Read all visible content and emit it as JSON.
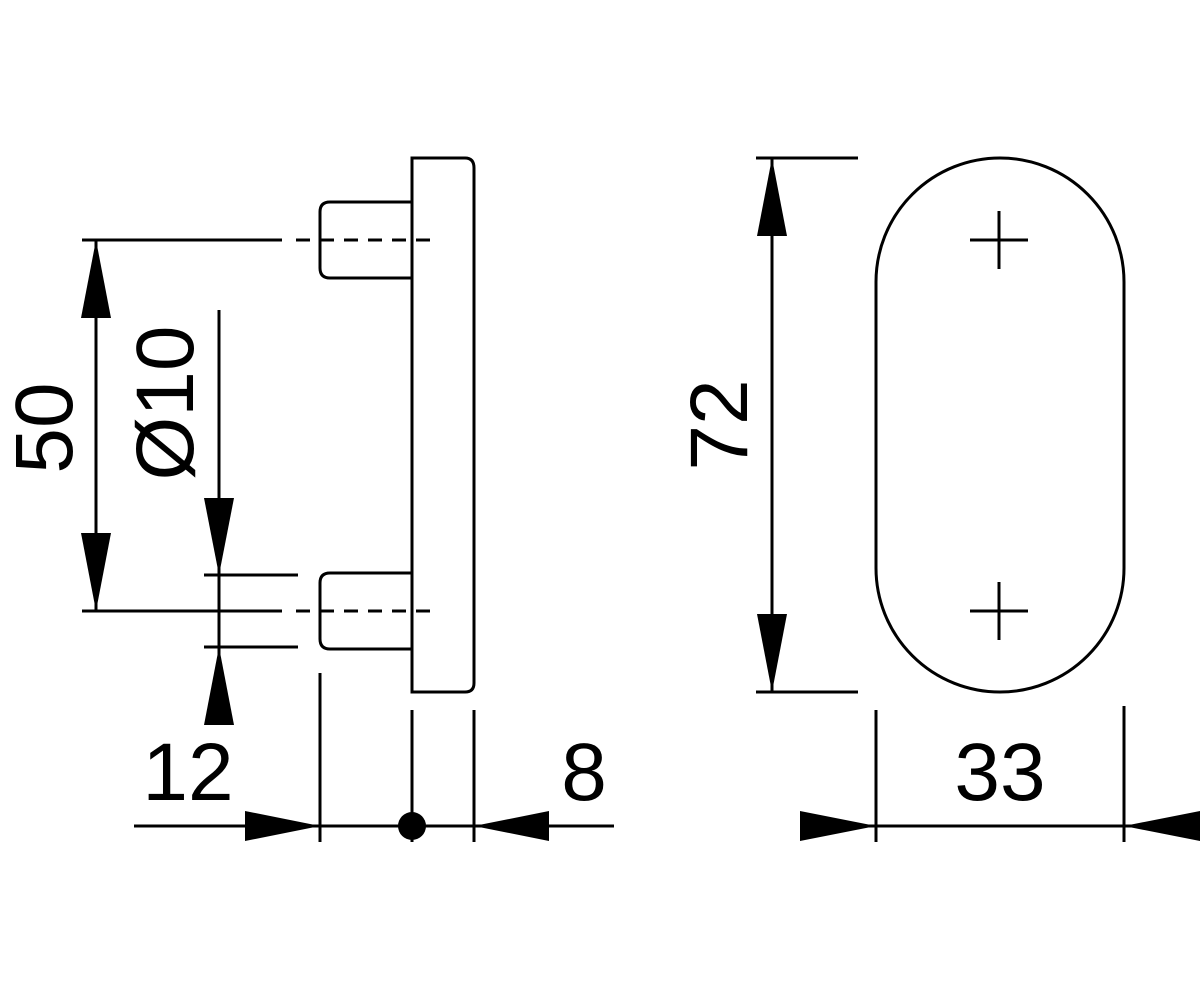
{
  "drawing": {
    "side_view": {
      "dim_spacing": "50",
      "dim_diameter": "Ø10",
      "dim_pin_length": "12",
      "dim_plate_thickness": "8"
    },
    "front_view": {
      "dim_height": "72",
      "dim_width": "33"
    }
  },
  "colors": {
    "line": "#000000",
    "background": "#ffffff"
  }
}
